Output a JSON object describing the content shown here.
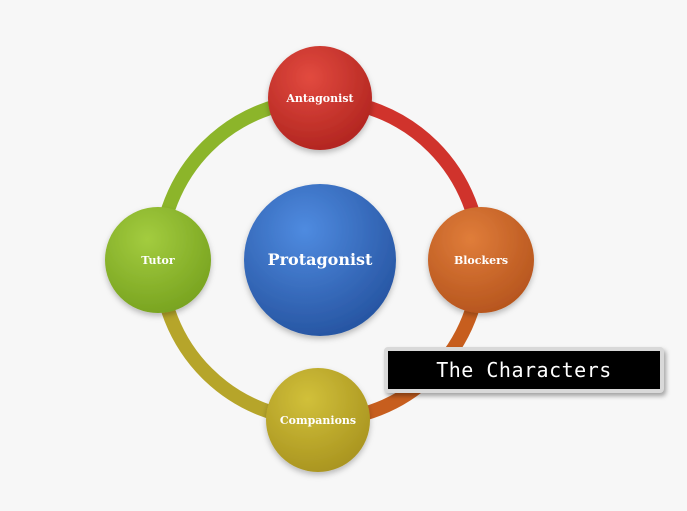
{
  "diagram": {
    "center": {
      "label": "Protagonist",
      "color": "#2f64b3"
    },
    "nodes": [
      {
        "key": "antagonist",
        "label": "Antagonist",
        "color": "#c8302a"
      },
      {
        "key": "blockers",
        "label": "Blockers",
        "color": "#c8632a"
      },
      {
        "key": "companions",
        "label": "Companions",
        "color": "#b8a428"
      },
      {
        "key": "tutor",
        "label": "Tutor",
        "color": "#88b42a"
      }
    ],
    "ring_colors": {
      "top_right": "#d0332c",
      "bottom_right": "#c75e1e",
      "bottom_left": "#b6a52a",
      "top_left": "#8cb52a"
    }
  },
  "title_box": {
    "label": "The Characters"
  }
}
